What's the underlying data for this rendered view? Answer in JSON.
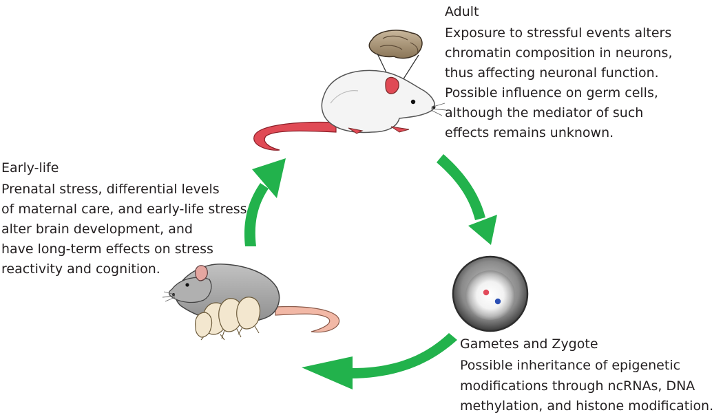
{
  "adult": {
    "heading": "Adult",
    "lines": [
      "Exposure to stressful events alters",
      "chromatin composition in neurons,",
      "thus affecting neuronal function.",
      "Possible influence on germ cells,",
      "although the mediator of such",
      "effects remains unknown."
    ]
  },
  "early_life": {
    "heading": "Early-life",
    "lines": [
      "Prenatal stress, differential levels",
      "of maternal care, and early-life stress",
      "alter brain development, and",
      "have long-term effects on stress",
      "reactivity and cognition."
    ]
  },
  "gametes": {
    "heading": "Gametes and Zygote",
    "lines": [
      "Possible inheritance of epigenetic",
      "modifications through ncRNAs, DNA",
      "methylation, and histone modification."
    ]
  },
  "colors": {
    "arrow": "#22b24c",
    "text": "#231f20",
    "adult_rat_body": "#f4f4f4",
    "adult_rat_tail": "#e04a55",
    "mother_rat_body": "#a8a8a8",
    "pup_body": "#f3e7cf",
    "zygote_outer": "#3a3a3a",
    "pronucleus_red": "#e24b5b",
    "pronucleus_blue": "#2b4fb4"
  },
  "icons": [
    "adult-rat-with-brain-icon",
    "mother-rat-with-pups-icon",
    "zygote-icon",
    "cycle-arrow-icon"
  ]
}
